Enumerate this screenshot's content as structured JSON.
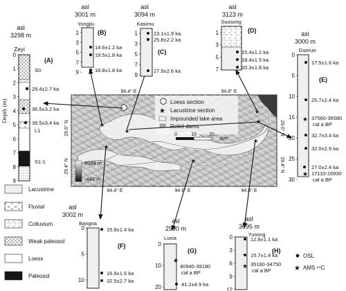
{
  "sites": [
    {
      "letter": "(A)",
      "asl": "asl",
      "elev": "3298 m",
      "name": "Zeyi",
      "ticks": [
        "0",
        "1",
        "2",
        "3",
        "4",
        "5",
        "6",
        "7",
        "8",
        "9"
      ],
      "ages": [
        {
          "label": "29.4±2.7 ka",
          "kind": "osl"
        },
        {
          "label": "36.5±3.2 ka",
          "kind": "osl"
        },
        {
          "label": "39.5±3.4 ka",
          "kind": "osl"
        }
      ],
      "units": [
        "S0",
        "L1",
        "S1-1"
      ]
    },
    {
      "letter": "(B)",
      "asl": "asl",
      "elev": "3001 m",
      "name": "Yongjiu",
      "ticks": [
        "1",
        "3",
        "5",
        "7",
        "9"
      ],
      "ages": [
        {
          "label": "14.6±1.2 ka",
          "kind": "osl"
        },
        {
          "label": "19.5±1.8 ka",
          "kind": "osl"
        },
        {
          "label": "18.8±1.8 ka",
          "kind": "osl"
        }
      ]
    },
    {
      "letter": "(C)",
      "asl": "asl",
      "elev": "3094 m",
      "name": "Kasimu",
      "ticks": [
        "1",
        "3",
        "5",
        "7",
        "9"
      ],
      "ages": [
        {
          "label": "23.1±1.9 ka",
          "kind": "osl"
        },
        {
          "label": "25.8±2.2 ka",
          "kind": "osl"
        },
        {
          "label": "27.9±2.6 ka",
          "kind": "osl"
        }
      ]
    },
    {
      "letter": "(D)",
      "asl": "asl",
      "elev": "3123 m",
      "name": "Suosong",
      "ticks": [
        "1",
        "3",
        "5",
        "7"
      ],
      "ages": [
        {
          "label": "15.4±1.2 ka",
          "kind": "osl"
        },
        {
          "label": "18.4±1.5 ka",
          "kind": "osl"
        },
        {
          "label": "20.3±1.8 ka",
          "kind": "osl"
        }
      ]
    },
    {
      "letter": "(E)",
      "asl": "asl",
      "elev": "3000 m",
      "name": "Guoruo",
      "ticks": [
        "0",
        "5",
        "10",
        "15",
        "20",
        "25",
        "30"
      ],
      "ages": [
        {
          "label": "17.5±1.6 ka",
          "kind": "osl"
        },
        {
          "label": "25.7±2.4 ka",
          "kind": "osl"
        },
        {
          "label": "37560-36580",
          "sub": "cal a BP",
          "kind": "ams"
        },
        {
          "label": "32.7±3.4 ka",
          "kind": "osl"
        },
        {
          "label": "32.0±2.9 ka",
          "kind": "osl"
        },
        {
          "label": "27.0±2.4 ka",
          "kind": "osl"
        },
        {
          "label": "17110-16930",
          "sub": "cal a BP",
          "kind": "ams"
        }
      ]
    },
    {
      "letter": "(F)",
      "asl": "asl",
      "elev": "3002 m",
      "name": "Bangna",
      "ticks": [
        "0",
        "5",
        "10"
      ],
      "ages": [
        {
          "label": "15.9±1.4 ka",
          "kind": "osl"
        },
        {
          "label": "16.9±1.6 ka",
          "kind": "osl"
        },
        {
          "label": "32.5±2.7 ka",
          "kind": "osl"
        }
      ]
    },
    {
      "letter": "(G)",
      "asl": "asl",
      "elev": "2990 m",
      "name": "Luxia",
      "ticks": [
        "0",
        "10",
        "20"
      ],
      "ages": [
        {
          "label": "40940-39180",
          "sub": "cal a BP",
          "kind": "ams"
        },
        {
          "label": "41.2±4.9 ka",
          "kind": "osl"
        }
      ]
    },
    {
      "letter": "(H)",
      "asl": "asl",
      "elev": "3095 m",
      "name": "Yusong",
      "ticks": [
        "0",
        "3",
        "6",
        "9",
        "12"
      ],
      "ages": [
        {
          "label": "12.9±1.1 ka",
          "kind": "osl"
        },
        {
          "label": "15.7±1.4 ka",
          "kind": "osl"
        },
        {
          "label": "35160-34750",
          "sub": "cal a BP",
          "kind": "ams"
        }
      ]
    }
  ],
  "depth_label": "Depth (m)",
  "map": {
    "lat_labels": [
      "29.6° N",
      "29.4° N"
    ],
    "lon_labels": [
      "94.4° E",
      "94.6° E",
      "94.8° E"
    ],
    "elev_high": "8589 m",
    "elev_low": "-442 m",
    "scale_ticks": [
      "0",
      "10",
      "20"
    ],
    "scale_unit": "Km",
    "legend": {
      "loess": "Loess section",
      "lacustrine": "Lacustrine section",
      "impounded": "Impounded lake area",
      "relict": "Relict dams"
    }
  },
  "lith_legend": [
    "Lacustrine",
    "Fluvial",
    "Colluvium",
    "Weak paleosol",
    "Loess",
    "Paleosol"
  ],
  "symbol_legend": [
    {
      "label": "OSL",
      "kind": "osl"
    },
    {
      "label": "AMS ¹⁴C",
      "kind": "ams"
    }
  ]
}
